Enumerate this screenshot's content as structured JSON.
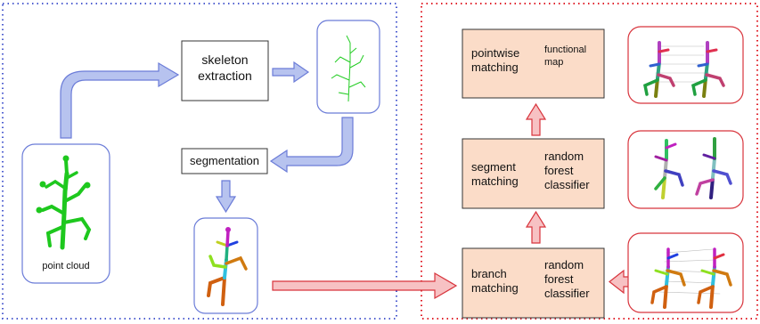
{
  "left_panel": {
    "point_cloud_label": "point cloud",
    "skeleton_label_line1": "skeleton",
    "skeleton_label_line2": "extraction",
    "segmentation_label": "segmentation"
  },
  "right_panel": {
    "pointwise": {
      "left1": "pointwise",
      "left2": "matching",
      "right1": "functional",
      "right2": "map"
    },
    "segment": {
      "left1": "segment",
      "left2": "matching",
      "right1": "random",
      "right2": "forest",
      "right3": "classifier"
    },
    "branch": {
      "left1": "branch",
      "left2": "matching",
      "right1": "random",
      "right2": "forest",
      "right3": "classifier"
    }
  },
  "colors": {
    "left_border": "#4f5fd0",
    "right_border": "#e0202a",
    "blue_arrow_fill": "#b7c3ef",
    "blue_arrow_stroke": "#6b7cd8",
    "red_arrow_fill": "#f7c1c3",
    "red_arrow_stroke": "#d8343c",
    "box_fill": "#fbdcc8",
    "plant_green": "#1ec81e"
  }
}
